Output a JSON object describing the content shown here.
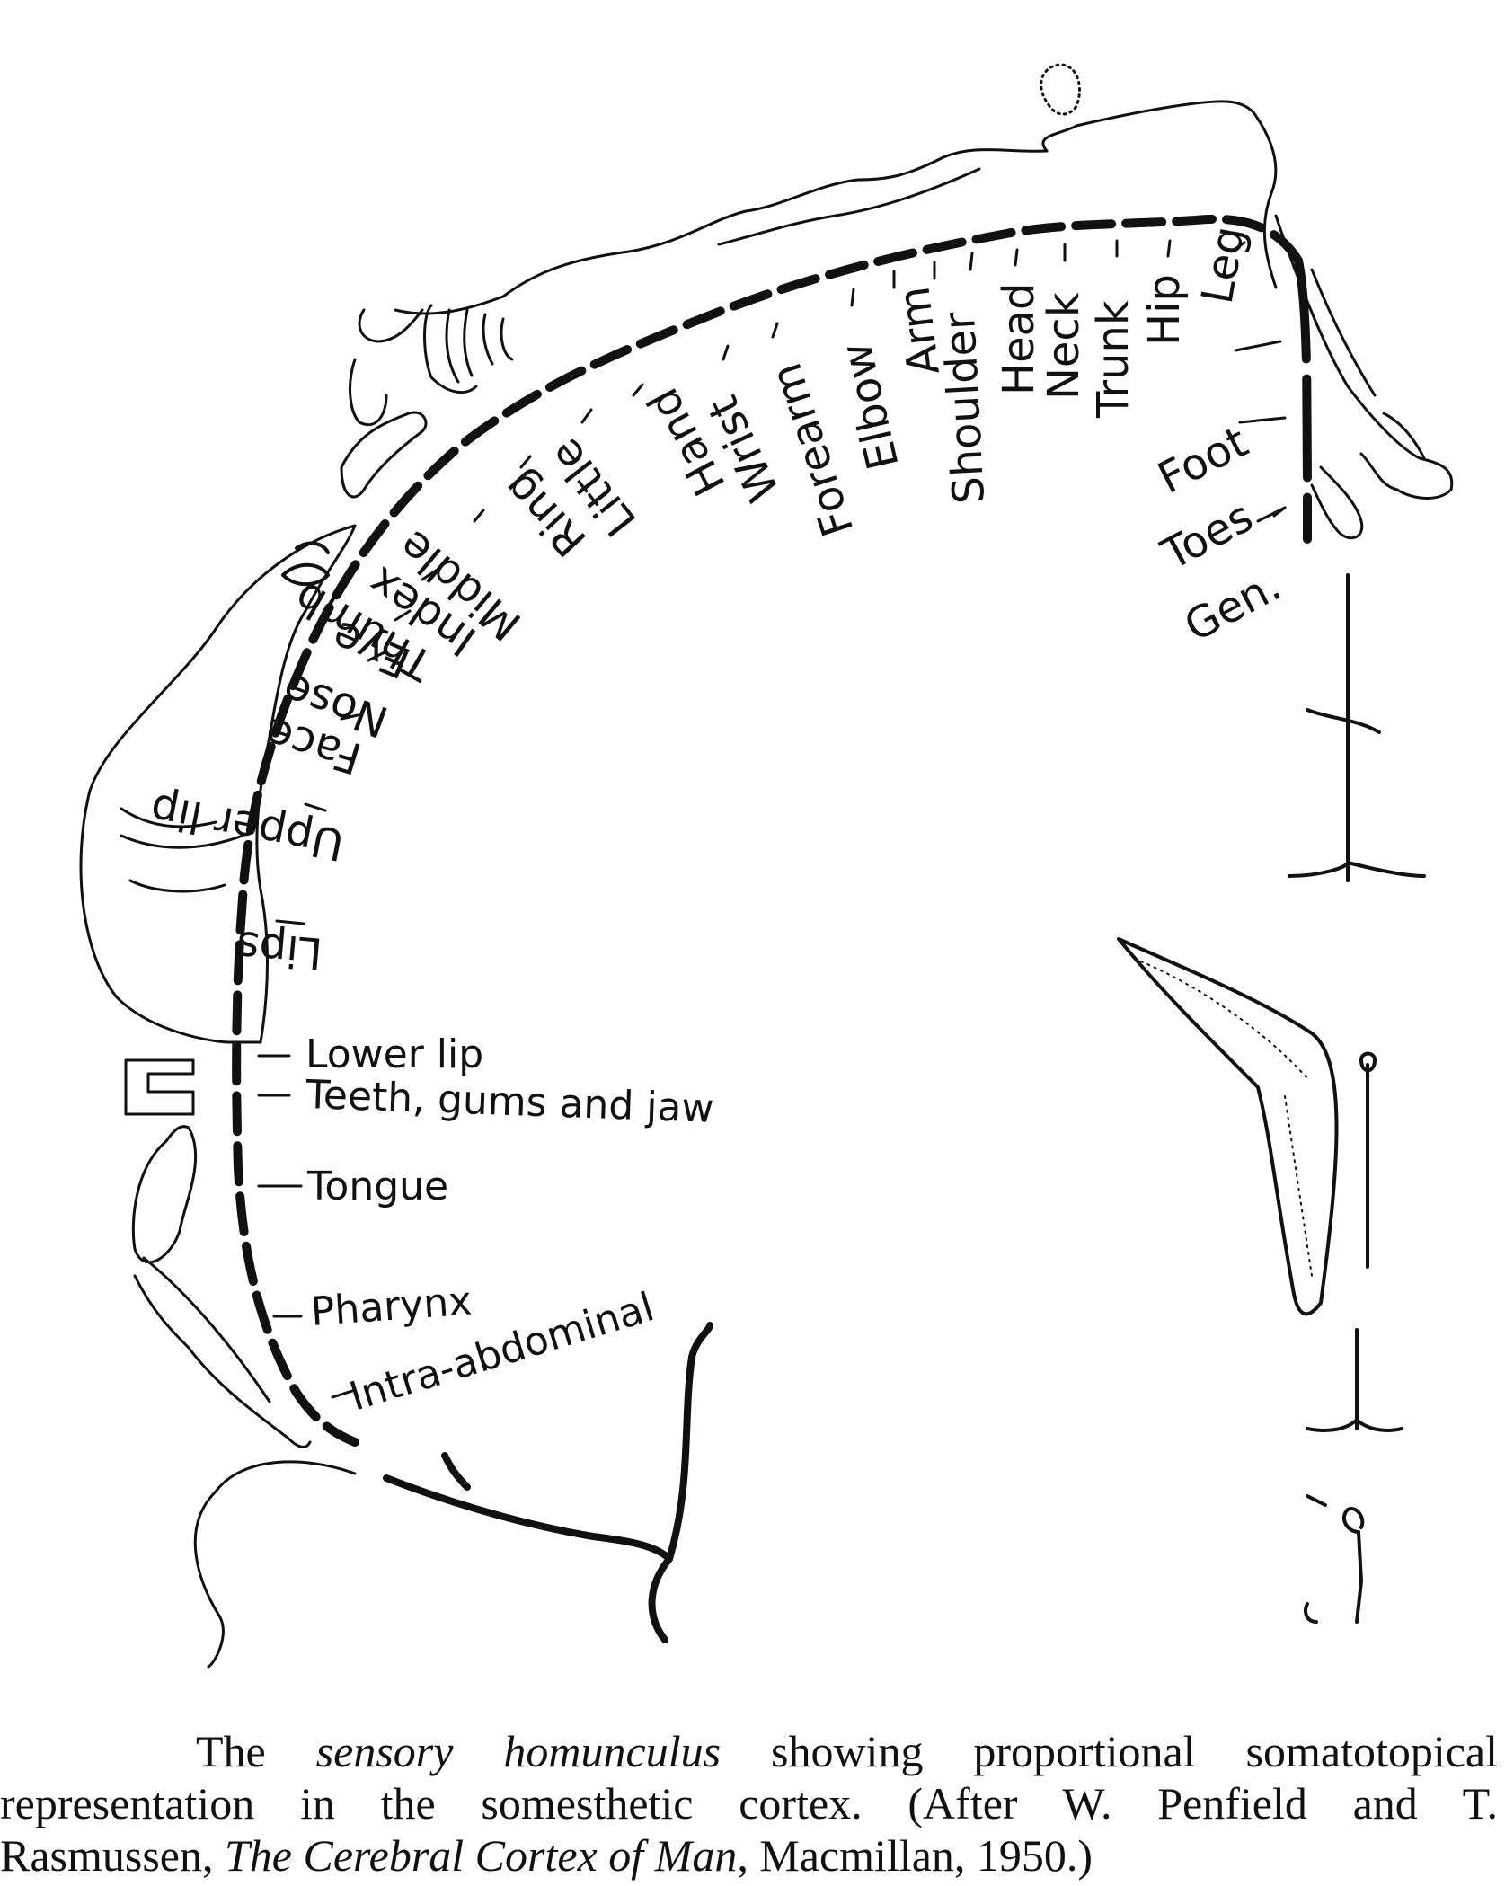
{
  "labels": {
    "leg": "Leg",
    "hip": "Hip",
    "trunk": "Trunk",
    "neck": "Neck",
    "head": "Head",
    "shoulder": "Shoulder",
    "arm": "Arm",
    "elbow": "Elbow",
    "forearm": "Forearm",
    "wrist": "Wrist",
    "hand": "Hand",
    "little": "Little",
    "ring": "Ring",
    "middle": "Middle",
    "index": "Index",
    "thumb": "Thumb",
    "eye": "Eye",
    "nose": "Nose",
    "face": "Face",
    "upper_lip": "Upper lip",
    "lips": "Lips",
    "lower_lip": "Lower lip",
    "teeth": "Teeth, gums and jaw",
    "tongue": "Tongue",
    "pharynx": "Pharynx",
    "intra_abdominal": "Intra-abdominal",
    "foot": "Foot",
    "toes": "Toes",
    "gen": "Gen."
  },
  "caption": {
    "line1_a": "The ",
    "line1_em": "sensory homunculus",
    "line1_b": " showing proportional somatotopical",
    "line2": "representation in the somesthetic cortex. (After W. Penfield and T.",
    "line3_a": "Rasmussen, ",
    "line3_em": "The Cerebral Cortex of Man",
    "line3_b": ", Macmillan, 1950.)"
  }
}
